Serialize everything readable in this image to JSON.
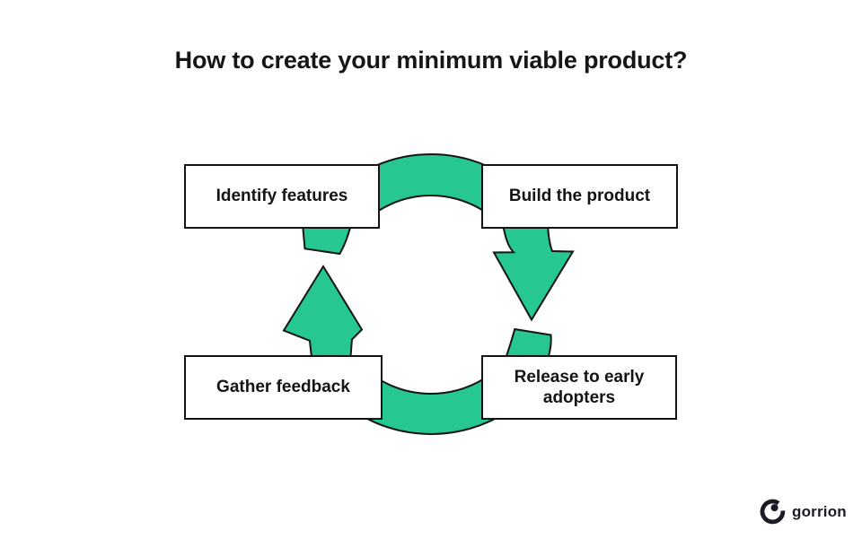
{
  "title": "How to create your minimum viable product?",
  "diagram": {
    "type": "cycle",
    "direction": "clockwise",
    "steps": [
      {
        "label": "Identify features"
      },
      {
        "label": "Build the product"
      },
      {
        "label": "Release to early adopters"
      },
      {
        "label": "Gather feedback"
      }
    ],
    "colors": {
      "green": "#26C791",
      "outline": "#141414",
      "box_fill": "#FFFFFF"
    }
  },
  "footer": {
    "brand": "gorrion"
  }
}
